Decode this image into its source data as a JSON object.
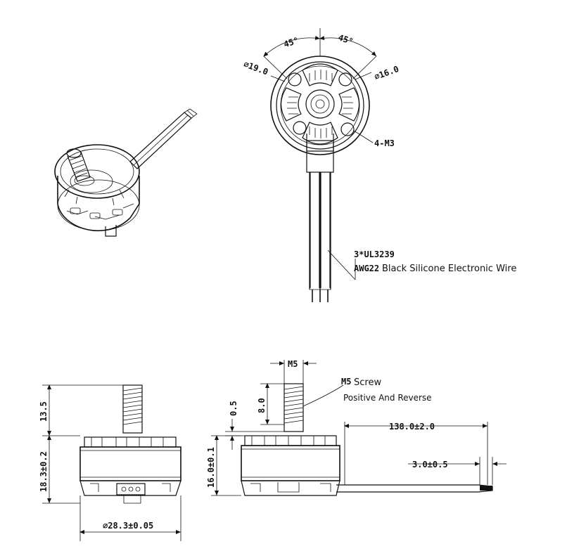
{
  "top_view": {
    "angle_left": "45°",
    "angle_right": "45°",
    "dia_outer": "⌀19.0",
    "dia_inner": "⌀16.0",
    "holes": "4-M3",
    "wire_spec_line1": "3*UL3239",
    "wire_spec_line2_code": "AWG22",
    "wire_spec_line2_text": "Black Silicone Electronic Wire"
  },
  "side_left": {
    "shaft_height": "13.5",
    "body_height": "18.3±0.2",
    "diameter": "⌀28.3±0.05"
  },
  "side_right": {
    "thread": "M5",
    "thread_len": "8.0",
    "gap": "0.5",
    "body_height": "16.0±0.1",
    "screw_code": "M5",
    "screw_text": "Screw",
    "screw_note": "Positive And Reverse",
    "wire_len": "138.0±2.0",
    "strip_len": "3.0±0.5"
  }
}
